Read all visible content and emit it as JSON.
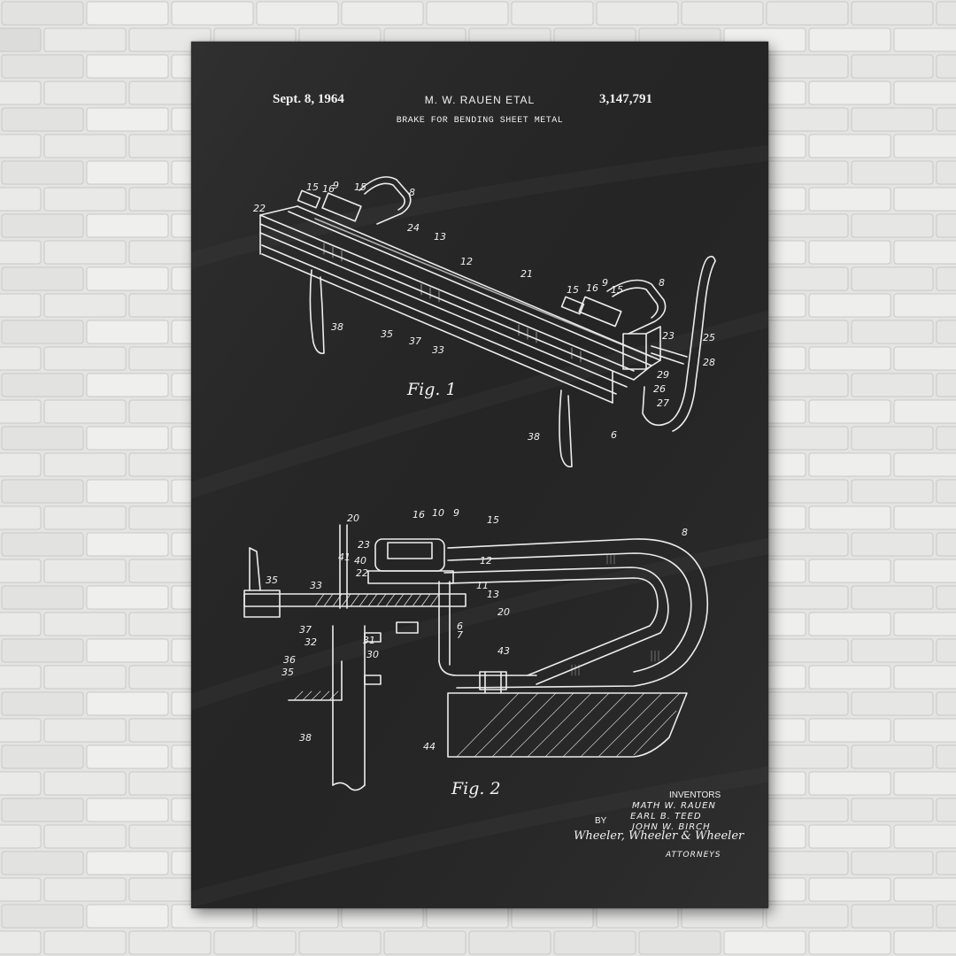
{
  "patent": {
    "date": "Sept. 8, 1964",
    "inventor_header": "M. W. RAUEN ETAL",
    "number": "3,147,791",
    "title": "BRAKE FOR BENDING SHEET METAL"
  },
  "figures": {
    "fig1_label": "Fig. 1",
    "fig2_label": "Fig. 2"
  },
  "inventors": {
    "heading": "INVENTORS",
    "names": [
      "MATH W. RAUEN",
      "EARL B. TEED",
      "JOHN W. BIRCH"
    ],
    "by_label": "BY",
    "signature": "Wheeler, Wheeler & Wheeler",
    "attorneys_label": "ATTORNEYS"
  },
  "reference_numerals": {
    "fig1": [
      "15",
      "16",
      "9",
      "15",
      "8",
      "22",
      "24",
      "13",
      "12",
      "21",
      "15",
      "16",
      "9",
      "15",
      "8",
      "38",
      "35",
      "37",
      "33",
      "23",
      "25",
      "28",
      "29",
      "26",
      "27",
      "6",
      "38"
    ],
    "fig2": [
      "20",
      "16",
      "10",
      "9",
      "15",
      "8",
      "23",
      "41",
      "40",
      "22",
      "35",
      "33",
      "12",
      "11",
      "13",
      "20",
      "37",
      "32",
      "31",
      "36",
      "35",
      "30",
      "7",
      "6",
      "43",
      "38",
      "44"
    ]
  },
  "colors": {
    "chalkboard": "#262626",
    "chalk": "#f0f0f0",
    "brick_wall": "#e4e4e2",
    "mortar": "#c9c9c6"
  }
}
